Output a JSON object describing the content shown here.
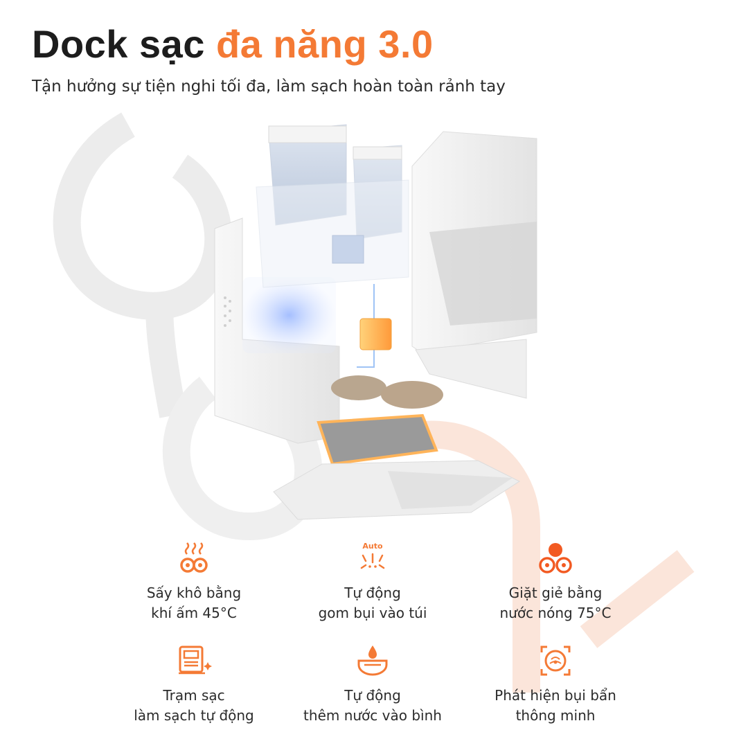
{
  "title": {
    "part1": "Dock sạc",
    "part2": "đa năng 3.0"
  },
  "subtitle": "Tận hưởng sự tiện nghi tối đa, làm sạch hoàn toàn rảnh tay",
  "colors": {
    "accent": "#f47a35",
    "text": "#222222",
    "watermark": "#e9e9e9"
  },
  "features": [
    {
      "icon": "drying-heat-icon",
      "line1": "Sấy khô bằng",
      "line2": "khí ấm 45°C"
    },
    {
      "icon": "auto-dust-collection-icon",
      "badge": "Auto",
      "line1": "Tự động",
      "line2": "gom bụi vào túi"
    },
    {
      "icon": "hot-water-mop-wash-icon",
      "line1": "Giặt giẻ bằng",
      "line2": "nước nóng 75°C"
    },
    {
      "icon": "self-cleaning-station-icon",
      "line1": "Trạm sạc",
      "line2": "làm sạch tự động"
    },
    {
      "icon": "auto-water-refill-icon",
      "line1": "Tự động",
      "line2": "thêm nước vào bình"
    },
    {
      "icon": "dirt-detection-icon",
      "line1": "Phát hiện bụi bẩn",
      "line2": "thông minh"
    }
  ]
}
